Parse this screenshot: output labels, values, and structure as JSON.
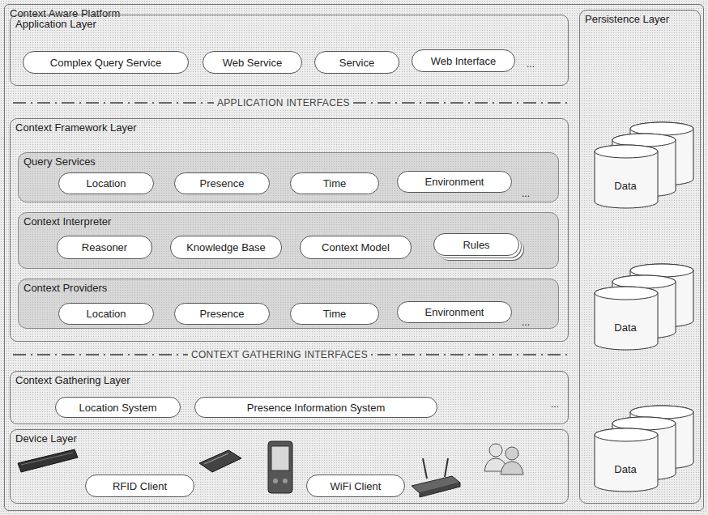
{
  "diagram": {
    "nodes": [
      {
        "text": [
          "Context Aware Platform"
        ]
      },
      {
        "text": [
          "Application Layer"
        ],
        "in": 0
      },
      {
        "text": [
          "Complex Query Service"
        ],
        "in": 1
      },
      {
        "text": [
          "Web Service"
        ],
        "in": 1
      },
      {
        "text": [
          "Service"
        ],
        "in": 1
      },
      {
        "text": [
          "Web Interface"
        ],
        "in": 1
      },
      {
        "text": [
          "Context Framework Layer"
        ],
        "in": 0
      },
      {
        "text": [
          "Query Services"
        ],
        "in": 6
      },
      {
        "text": [
          "Location"
        ],
        "in": 7
      },
      {
        "text": [
          "Presence"
        ],
        "in": 7
      },
      {
        "text": [
          "Time"
        ],
        "in": 7
      },
      {
        "text": [
          "Environment"
        ],
        "in": 7
      },
      {
        "text": [
          "Context Interpreter"
        ],
        "in": 6
      },
      {
        "text": [
          "Reasoner"
        ],
        "in": 12
      },
      {
        "text": [
          "Knowledge Base"
        ],
        "in": 12
      },
      {
        "text": [
          "Context Model"
        ],
        "in": 12
      },
      {
        "text": [
          "Rules"
        ],
        "in": 12
      },
      {
        "text": [
          "Context Providers"
        ],
        "in": 6
      },
      {
        "text": [
          "Location"
        ],
        "in": 17
      },
      {
        "text": [
          "Presence"
        ],
        "in": 17
      },
      {
        "text": [
          "Time"
        ],
        "in": 17
      },
      {
        "text": [
          "Environment"
        ],
        "in": 17
      },
      {
        "text": [
          "Context Gathering Layer"
        ],
        "in": 0
      },
      {
        "text": [
          "Location System"
        ],
        "in": 22
      },
      {
        "text": [
          "Presence Information System"
        ],
        "in": 22
      },
      {
        "text": [
          "Device Layer"
        ],
        "in": 0
      },
      {
        "text": [
          "RFID Client"
        ],
        "in": 25
      },
      {
        "text": [
          "WiFi Client"
        ],
        "in": 25
      },
      {
        "text": [
          "Persistence Layer"
        ],
        "in": 0
      },
      {
        "text": [
          "Data"
        ],
        "in": 28
      },
      {
        "text": [
          "Data"
        ],
        "in": 28
      },
      {
        "text": [
          "Data"
        ],
        "in": 28
      }
    ],
    "labels": [
      "...",
      "APPLICATION INTERFACES",
      "...",
      "...",
      "CONTEXT GATHERING INTERFACES",
      "..."
    ]
  }
}
